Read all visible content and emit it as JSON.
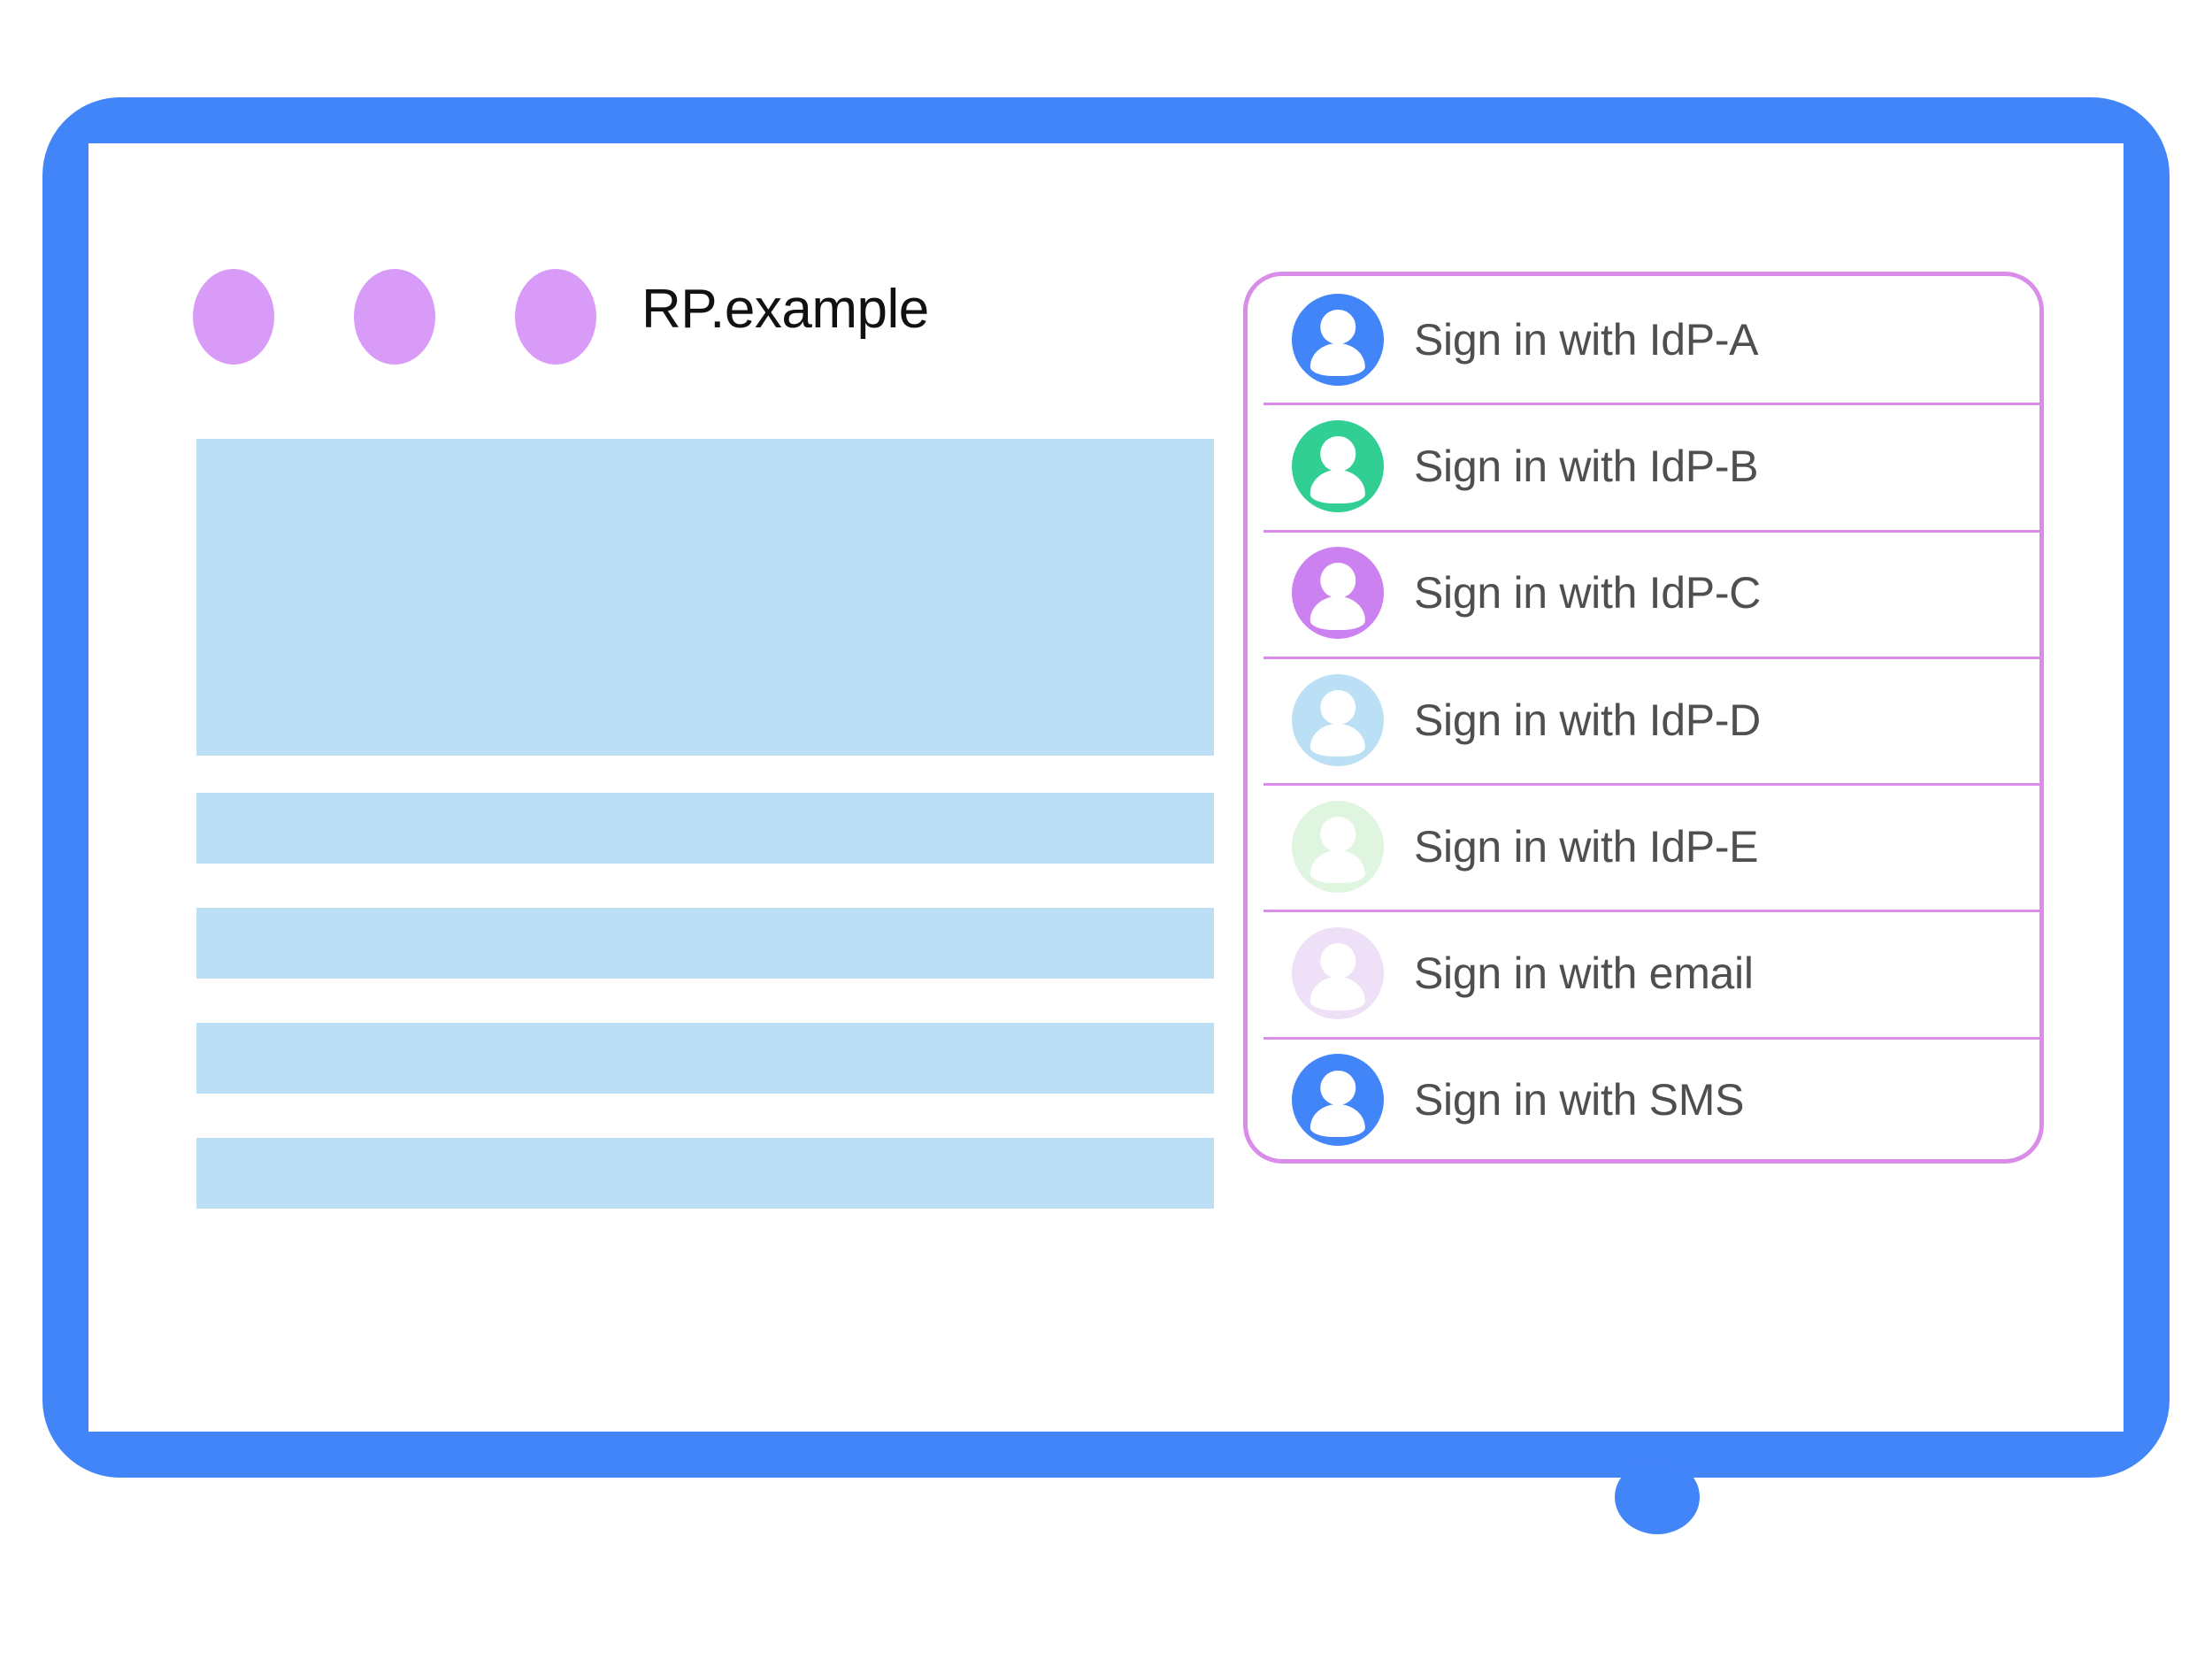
{
  "window": {
    "title": "RP.example",
    "traffic_dots": [
      "dot-1",
      "dot-2",
      "dot-3"
    ],
    "frame_color": "#4285f8",
    "dot_color": "#d99bf8"
  },
  "content": {
    "placeholder_color": "#bcdff5",
    "blocks": [
      {
        "name": "hero-block",
        "kind": "hero"
      },
      {
        "name": "stripe-block-1",
        "kind": "stripe"
      },
      {
        "name": "stripe-block-2",
        "kind": "stripe"
      },
      {
        "name": "stripe-block-3",
        "kind": "stripe"
      },
      {
        "name": "stripe-block-4",
        "kind": "stripe"
      }
    ]
  },
  "account_panel": {
    "border_color": "#d98ce8",
    "divider_color": "#d98ce8",
    "label_color": "#4f4f4f",
    "items": [
      {
        "label": "Sign in with IdP-A",
        "icon": "account-avatar-icon",
        "avatar_color": "#4285f8"
      },
      {
        "label": "Sign in with IdP-B",
        "icon": "account-avatar-icon",
        "avatar_color": "#31cf93"
      },
      {
        "label": "Sign in with IdP-C",
        "icon": "account-avatar-icon",
        "avatar_color": "#cb82f0"
      },
      {
        "label": "Sign in with IdP-D",
        "icon": "account-avatar-icon",
        "avatar_color": "#bbdff4"
      },
      {
        "label": "Sign in with IdP-E",
        "icon": "account-avatar-icon",
        "avatar_color": "#e0f5e0"
      },
      {
        "label": "Sign in with email",
        "icon": "account-avatar-icon",
        "avatar_color": "#eee0f7"
      },
      {
        "label": "Sign in with SMS",
        "icon": "account-avatar-icon",
        "avatar_color": "#4285f8"
      }
    ]
  }
}
